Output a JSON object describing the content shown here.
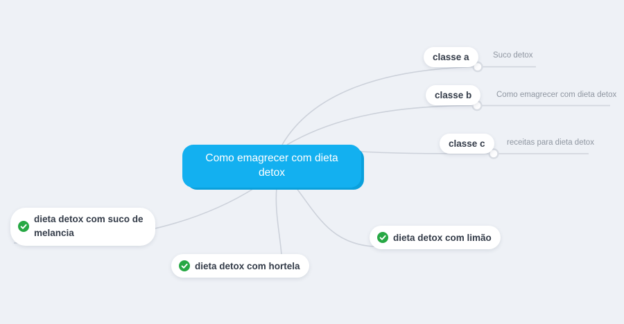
{
  "colors": {
    "background": "#eef1f6",
    "node_blue": "#13b0f0",
    "node_blue_shadow": "#0aa0dc",
    "connector": "#ccd1da",
    "pill_text": "#333b48",
    "sublabel_text": "#8f96a1",
    "check_green": "#27a844",
    "node_text": "#ffffff"
  },
  "central_node": {
    "label": "Como emagrecer com dieta detox"
  },
  "branches": [
    {
      "label": "classe a",
      "sublabel": "Suco detox"
    },
    {
      "label": "classe b",
      "sublabel": "Como emagrecer com dieta detox"
    },
    {
      "label": "classe c",
      "sublabel": "receitas para dieta detox"
    }
  ],
  "leaves": [
    {
      "label": "dieta detox com suco de melancia",
      "icon": "check-circle-icon"
    },
    {
      "label": "dieta detox com limão",
      "icon": "check-circle-icon"
    },
    {
      "label": "dieta detox com hortela",
      "icon": "check-circle-icon"
    }
  ]
}
